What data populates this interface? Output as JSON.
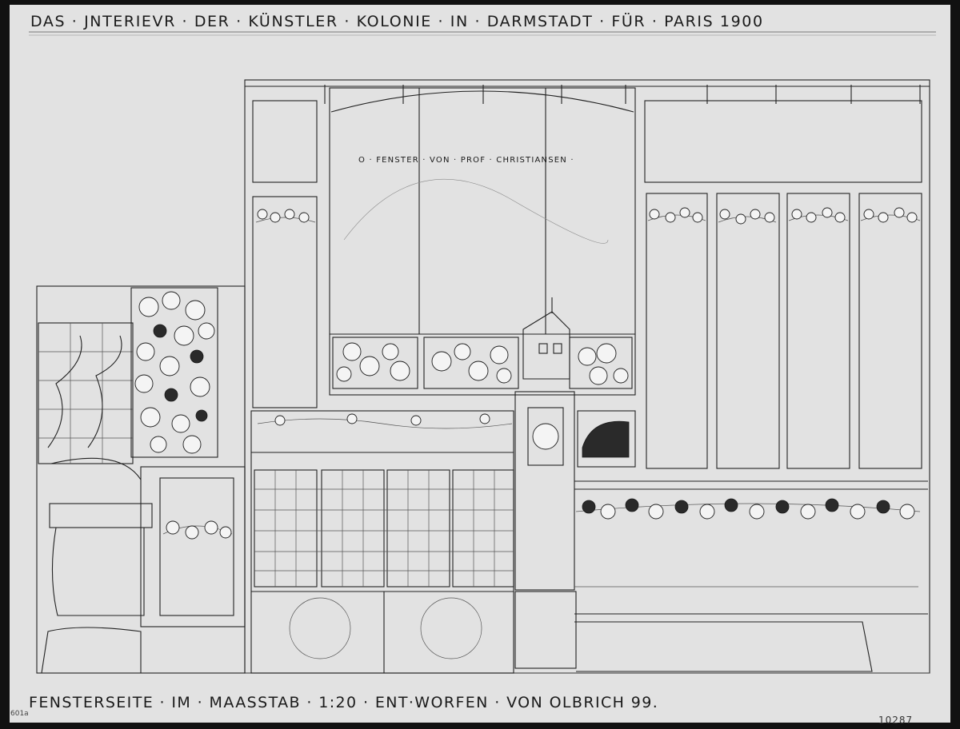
{
  "drawing": {
    "title": "DAS · JNTERIEVR · DER · KÜNSTLER · KOLONIE · IN · DARMSTADT · FÜR · PARIS 1900",
    "window_note": "O · FENSTER · VON · PROF · CHRISTIANSEN ·",
    "caption": "FENSTERSEITE · IM · MAASSTAB · 1:20 · ENT·WORFEN · VON OLBRICH 99.",
    "shelf_mark": "601a",
    "inventory_number": "10287"
  },
  "colors": {
    "paper": "#e2e2e2",
    "frame": "#111111",
    "ink": "#1a1a1a"
  }
}
